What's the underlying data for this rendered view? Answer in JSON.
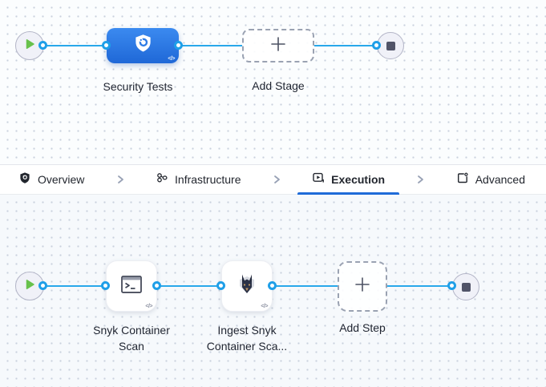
{
  "stage_pipeline": {
    "stage_label": "Security Tests",
    "add_stage_label": "Add Stage"
  },
  "tabs": {
    "selected": "Execution",
    "items": [
      {
        "label": "Overview",
        "icon": "shield-icon"
      },
      {
        "label": "Infrastructure",
        "icon": "infrastructure-icon"
      },
      {
        "label": "Execution",
        "icon": "execution-icon"
      },
      {
        "label": "Advanced",
        "icon": "advanced-icon"
      }
    ]
  },
  "execution_pipeline": {
    "steps": [
      {
        "label": "Snyk Container Scan",
        "icon": "terminal-icon"
      },
      {
        "label": "Ingest Snyk Container Sca...",
        "icon": "snyk-dog-icon"
      }
    ],
    "add_step_label": "Add Step"
  },
  "code_icon_label": "</>",
  "colors": {
    "edge_blue": "#29a8ea",
    "stage_blue": "#2b77e2",
    "selected_tab_underline": "#1f6bd8",
    "play_green": "#68c14c",
    "stop_slate": "#515468",
    "canvas_top_bg": "#fbfdfe",
    "canvas_bottom_bg": "#f6f9fc"
  }
}
